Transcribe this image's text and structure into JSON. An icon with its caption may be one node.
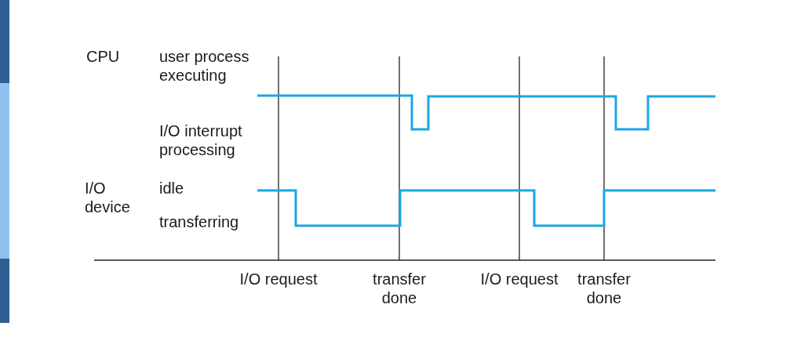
{
  "diagram": {
    "labels": [
      "CPU",
      "user process executing",
      "I/O interrupt processing",
      "I/O device",
      "idle",
      "transferring",
      "I/O request",
      "transfer done",
      "I/O request",
      "transfer done"
    ]
  }
}
